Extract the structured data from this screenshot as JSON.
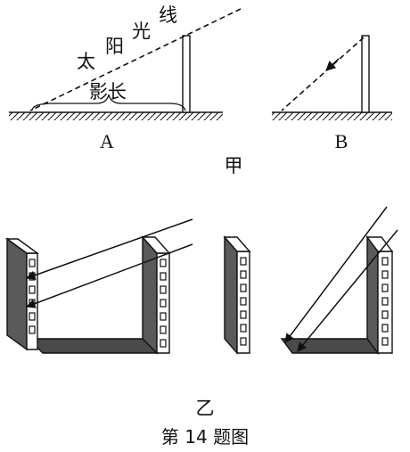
{
  "panel_a": {
    "ray_label_chars": [
      "太",
      "阳",
      "光",
      "线"
    ],
    "shadow_label": "影长",
    "label": "A"
  },
  "panel_b": {
    "label": "B"
  },
  "group_top_label": "甲",
  "group_bottom_label": "乙",
  "caption": "第 14 题图",
  "colors": {
    "ink": "#111111",
    "wall_face": "#5a5a5a",
    "floor": "#4a4a4a",
    "window": "#ffffff"
  }
}
